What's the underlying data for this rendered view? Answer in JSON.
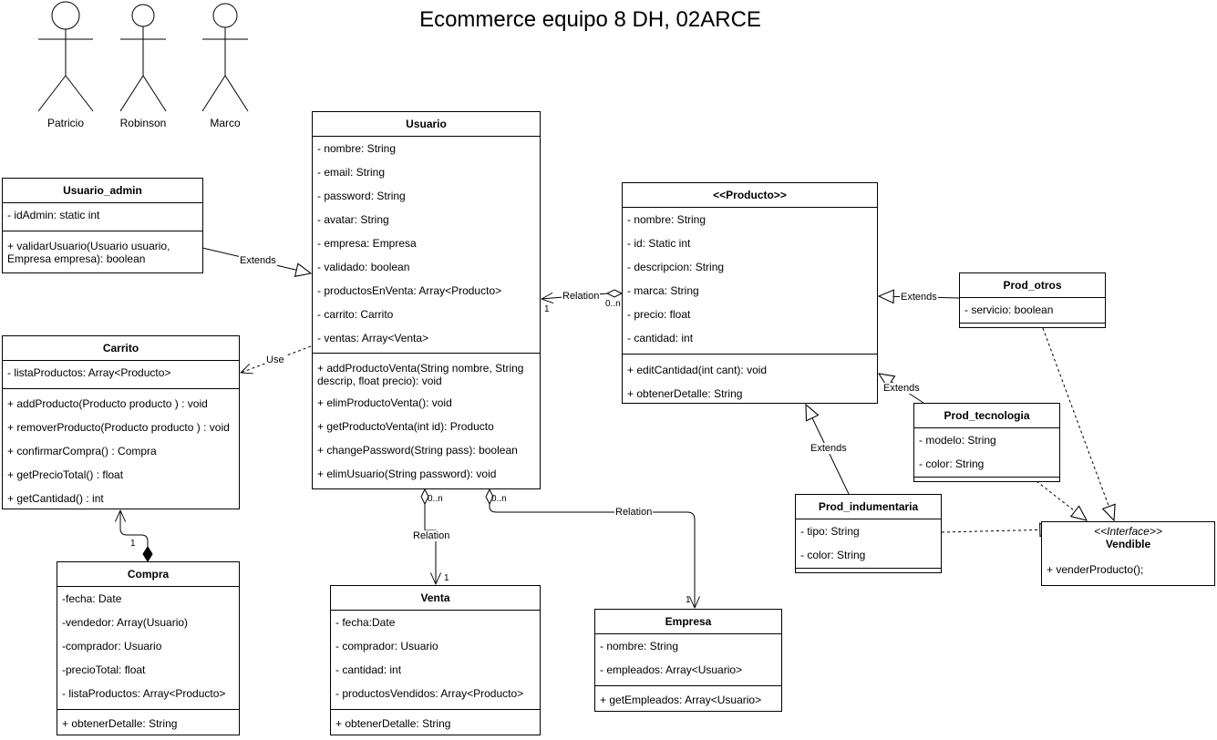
{
  "title": "Ecommerce equipo 8 DH, 02ARCE",
  "actors": [
    "Patricio",
    "Robinson",
    "Marco"
  ],
  "classes": {
    "usuario": {
      "name": "Usuario",
      "attributes": [
        "- nombre: String",
        "- email: String",
        "- password: String",
        "- avatar: String",
        "- empresa: Empresa",
        "- validado: boolean",
        "- productosEnVenta: Array<Producto>",
        "- carrito: Carrito",
        "- ventas: Array<Venta>"
      ],
      "methods": [
        "+ addProductoVenta(String nombre, String descrip, float precio): void",
        "+ elimProductoVenta(): void",
        "+ getProductoVenta(int id): Producto",
        "+ changePassword(String pass): boolean",
        "+ elimUsuario(String password): void"
      ]
    },
    "usuario_admin": {
      "name": "Usuario_admin",
      "attributes": [
        "- idAdmin: static int"
      ],
      "methods": [
        "+ validarUsuario(Usuario usuario, Empresa empresa): boolean"
      ]
    },
    "carrito": {
      "name": "Carrito",
      "attributes": [
        "- listaProductos: Array<Producto>"
      ],
      "methods": [
        "+ addProducto(Producto producto ) : void",
        "+ removerProducto(Producto producto ) : void",
        "+ confirmarCompra() : Compra",
        "+ getPrecioTotal() : float",
        "+ getCantidad() : int"
      ]
    },
    "compra": {
      "name": "Compra",
      "attributes": [
        "-fecha: Date",
        "-vendedor: Array(Usuario)",
        "-comprador: Usuario",
        "-precioTotal: float",
        "- listaProductos: Array<Producto>"
      ],
      "methods": [
        "+ obtenerDetalle: String"
      ]
    },
    "venta": {
      "name": "Venta",
      "attributes": [
        "- fecha:Date",
        "- comprador: Usuario",
        "- cantidad: int",
        "- productosVendidos: Array<Producto>"
      ],
      "methods": [
        "+ obtenerDetalle: String"
      ]
    },
    "empresa": {
      "name": "Empresa",
      "attributes": [
        "- nombre: String",
        "- empleados: Array<Usuario>"
      ],
      "methods": [
        "+ getEmpleados: Array<Usuario>"
      ]
    },
    "producto": {
      "name": "<<Producto>>",
      "attributes": [
        "- nombre: String",
        "- id: Static int",
        "- descripcion: String",
        "- marca: String",
        "- precio: float",
        "- cantidad: int"
      ],
      "methods": [
        "+ editCantidad(int cant): void",
        "+ obtenerDetalle: String"
      ]
    },
    "prod_otros": {
      "name": "Prod_otros",
      "attributes": [
        "- servicio: boolean"
      ],
      "methods": []
    },
    "prod_tecnologia": {
      "name": "Prod_tecnologia",
      "attributes": [
        "- modelo: String",
        "- color: String"
      ],
      "methods": []
    },
    "prod_indumentaria": {
      "name": "Prod_indumentaria",
      "attributes": [
        "- tipo: String",
        "- color: String"
      ],
      "methods": []
    },
    "vendible": {
      "stereotype": "<<Interface>>",
      "name": "Vendible",
      "methods": [
        "+ venderProducto();"
      ]
    }
  },
  "edge_labels": {
    "extends": "Extends",
    "use": "Use",
    "relation": "Relation"
  },
  "multiplicities": {
    "one": "1",
    "zero_n": "0..n"
  }
}
